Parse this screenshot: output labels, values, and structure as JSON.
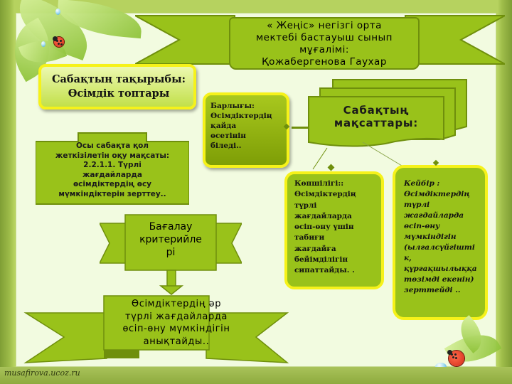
{
  "header": {
    "title_lines": [
      "« Жеңіс» негізгі орта",
      "мектебі бастауыш сынып",
      "мұғалімі:",
      "Қожабергенова Гаухар"
    ]
  },
  "topic": {
    "lines": [
      "Сабақтың тақырыбы:",
      "Өсімдік топтары"
    ]
  },
  "learning_goal": {
    "lines": [
      "Осы сабақта қол",
      "жеткізілетін  оқу мақсаты:",
      "2.2.1.1. Түрлі",
      "жағдайларда",
      "өсімдіктердің өсу",
      "мүмкіндіктерін зерттеу.."
    ]
  },
  "objectives_header": {
    "lines": [
      "Сабақтың",
      "мақсаттары:"
    ]
  },
  "all_box": {
    "lines": [
      "Барлығы:",
      "Өсімдіктердің",
      "қайда",
      "өсетінін",
      "біледі.."
    ]
  },
  "most_box": {
    "lines": [
      " Көпшілігі::",
      " Өсімдіктердің",
      "түрлі",
      "жағдайларда",
      "өсіп-өну үшін",
      "табиғи",
      "жағдайға",
      "бейімділігін",
      "сипаттайды. ."
    ]
  },
  "some_box": {
    "lines": [
      "Кейбір  :",
      "Өсімдіктердің",
      "түрлі",
      "жағдайларда",
      "өсіп-өну",
      "мүмкіндігін",
      "(ылғалсүйгішті",
      "к,",
      "құрғақшылыққа",
      "төзімді екенін)",
      "зерттейді .."
    ]
  },
  "criteria": {
    "lines": [
      "Бағалау",
      "критерийле",
      "рі"
    ]
  },
  "criteria_result": {
    "lines": [
      "Өсімдіктердің әр",
      "түрлі жағдайларда",
      "өсіп-өну мүмкіндігін",
      "анықтайды.."
    ]
  },
  "footer": {
    "watermark": "musafirova.ucoz.ru"
  },
  "colors": {
    "ribbon_green": "#99c21a",
    "box_green": "#94bd0c",
    "box_border_yellow": "#f6f21a",
    "background": "#f2fbe0",
    "frame_green": "#a3c24a"
  }
}
